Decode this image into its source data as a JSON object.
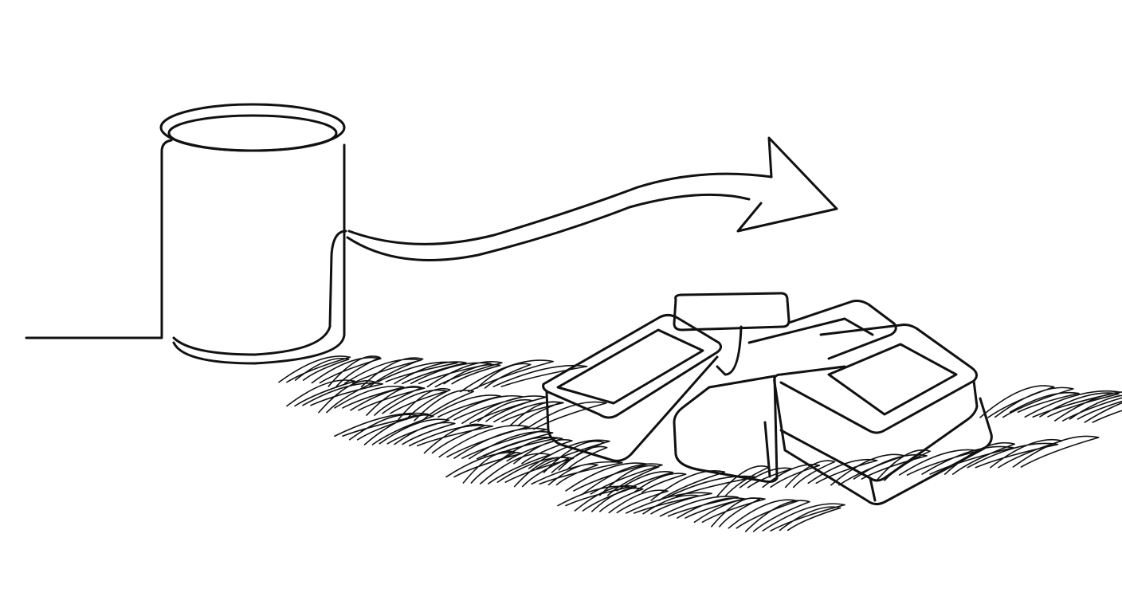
{
  "illustration": {
    "style": "continuous line drawing",
    "stroke_color": "#111111",
    "background": "#ffffff",
    "subjects": [
      "cylinder",
      "arrow",
      "blocks"
    ]
  }
}
